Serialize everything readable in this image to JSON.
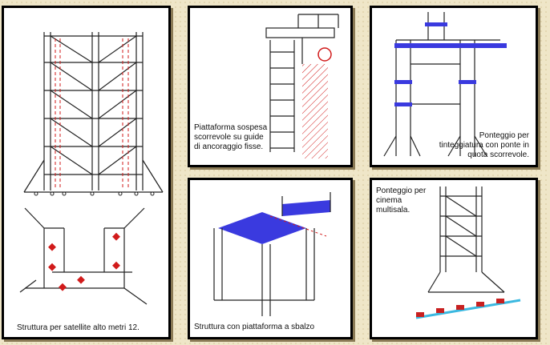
{
  "colors": {
    "background": "#efe6c8",
    "panel_border": "#000000",
    "structure": "#222222",
    "highlight": "#d11a1a",
    "platform": "#3a3adf",
    "base": "#c82020",
    "ground": "#3ab8e0"
  },
  "panels": [
    {
      "id": "satellite",
      "caption": "Struttura per satellite alto metri 12."
    },
    {
      "id": "suspended",
      "caption": "Piattaforma sospesa scorrevole su guide di ancoraggio fisse."
    },
    {
      "id": "painting",
      "caption": "Ponteggio per tinteggiatura con ponte in quota scorrevole."
    },
    {
      "id": "cantilever",
      "caption": "Struttura con piattaforma a sbalzo"
    },
    {
      "id": "cinema",
      "caption": "Ponteggio per cinema multisala."
    }
  ]
}
